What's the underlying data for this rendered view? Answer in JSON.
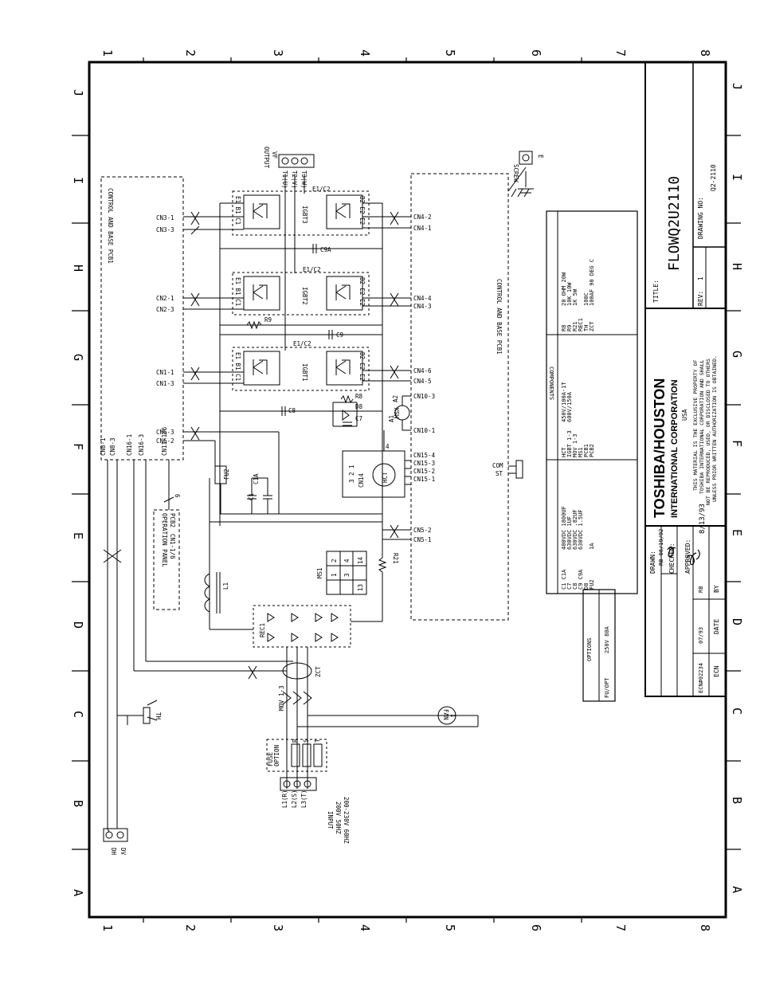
{
  "border": {
    "cols": [
      "1",
      "2",
      "3",
      "4",
      "5",
      "6",
      "7",
      "8"
    ],
    "rows": [
      "J",
      "I",
      "H",
      "G",
      "F",
      "E",
      "D",
      "C",
      "B",
      "A"
    ]
  },
  "pcb_labels": {
    "left": "CONTROL AND BASE PCB1",
    "right": "CONTROL AND BASE PCB1"
  },
  "connectors_left": [
    "CN3-1",
    "CN3-3",
    "CN2-1",
    "CN2-3",
    "CN1-1",
    "CN1-3",
    "CN6-3",
    "CN6-2"
  ],
  "connectors_bottom": [
    "CN8-1",
    "CN8-3",
    "CN16-1",
    "CN16-3",
    "CN11-1/6"
  ],
  "connectors_right": [
    "CN4-2",
    "CN4-1",
    "CN4-4",
    "CN4-3",
    "CN4-6",
    "CN4-5",
    "CN10-3",
    "CN10-1",
    "CN15-4",
    "CN15-3",
    "CN15-2",
    "CN15-1",
    "CN5-2",
    "CN5-1"
  ],
  "com_st": [
    "COM",
    "ST"
  ],
  "output": {
    "title": "OUTPUT",
    "sub": "VF",
    "terms": [
      "T1(U)",
      "T2(V)",
      "T3(W)"
    ]
  },
  "screw": {
    "label": "SCREW",
    "term": "E"
  },
  "igbt": {
    "names": [
      "IGBT3",
      "IGBT2",
      "IGBT1"
    ],
    "bus": "E1/C2",
    "left_pins": "E1 B1 C1",
    "right_pins": "B2 E2 E2"
  },
  "caps": [
    "C9A",
    "C9",
    "C8",
    "C7",
    "C1",
    "C1A"
  ],
  "resistors": [
    "R9",
    "R8",
    "R21"
  ],
  "misc_parts": {
    "d8": "D8",
    "a1": "A1",
    "a2": "A2",
    "msx": "MSX",
    "fu2": "FU2",
    "hct": "HCT",
    "cn14": "CN14",
    "cn14_pins_top": "3 2 1",
    "cn14_pins_side": "4",
    "l1": "L1",
    "ms1": "MS1",
    "rec1": "REC1",
    "zct": "ZCT",
    "mov": "MOV 1-3",
    "fan": "FAN",
    "fan_num": "1",
    "th": "TH"
  },
  "ms1_pins": [
    "2",
    "4",
    "1",
    "3",
    "14",
    "13"
  ],
  "operation_panel": {
    "line1": "OPERATION PANEL",
    "line2": "PCB2",
    "conn": "CN1-1/6",
    "count": "6"
  },
  "fuse": {
    "title": "FUSE",
    "sub": "OPTION",
    "terms": [
      "R",
      "S",
      "T"
    ]
  },
  "input": {
    "terms": [
      "L1(R)",
      "L2(S)",
      "L3(T)"
    ],
    "title": "INPUT",
    "line1": "200V 50HZ",
    "line2": "200-230V 60HZ"
  },
  "dh_dv": [
    "DH",
    "DV"
  ],
  "components": {
    "title": "COMPONENTS",
    "col1": [
      "C1 C1A",
      "C7",
      "C8",
      "C9 C9A",
      "D8",
      "FU2"
    ],
    "col1_vals": [
      "400VDC 1800UF",
      "630VDC 1UF",
      "630VDC .82UF",
      "630VDC 1.5UF",
      "",
      "1A"
    ],
    "col2": [
      "HCT",
      "IGBT 1-3",
      "MOV 1-3",
      "MS1",
      "PCB1",
      "PCB2"
    ],
    "col2_vals": [
      "450V/100A-1T",
      "600V/150A",
      "",
      "",
      "",
      ""
    ],
    "col3": [
      "R8",
      "R9",
      "R21",
      "REC1",
      "TH",
      "ZCT"
    ],
    "col3_vals": [
      "20 OHM 20W",
      "10K 10W",
      "1K 5W",
      "",
      "100C",
      "100AF 90 DEG C"
    ]
  },
  "options": {
    "title": "OPTIONS",
    "name": "FU/OPT",
    "value": "250V 80A"
  },
  "title_block": {
    "drawn_label": "DRAWN:",
    "drawn_value": "RB 06/19/92",
    "checked_label": "CHECKED:",
    "approved_label": "APPROVED:",
    "date_sig": "8/13/93",
    "company1": "TOSHIBA/HOUSTON",
    "company2": "INTERNATIONAL CORPORATION",
    "company3": "USA",
    "notice1": "THIS MATERIAL IS THE EXCLUSIVE PROPERTY OF",
    "notice2": "TOSHIBA INTERNATIONAL CORPORATION AND SHALL",
    "notice3": "NOT BE REPRODUCED, USED, OR DISCLOSED TO OTHERS",
    "notice4": "UNLESS PRIOR WRITTEN AUTHORIZATION IS OBTAINED.",
    "title_label": "TITLE:",
    "title_value": "FLOWQ2U2110",
    "rev_label": "REV:",
    "rev_value": "1",
    "drawing_no_label": "DRAWING NO:",
    "drawing_no_value": "Q2-2110",
    "ecn_row": {
      "ecn": "ECN#02234",
      "date": "07/93",
      "by": "RB"
    },
    "ecn_header": {
      "ecn": "ECN",
      "date": "DATE",
      "by": "BY"
    }
  }
}
